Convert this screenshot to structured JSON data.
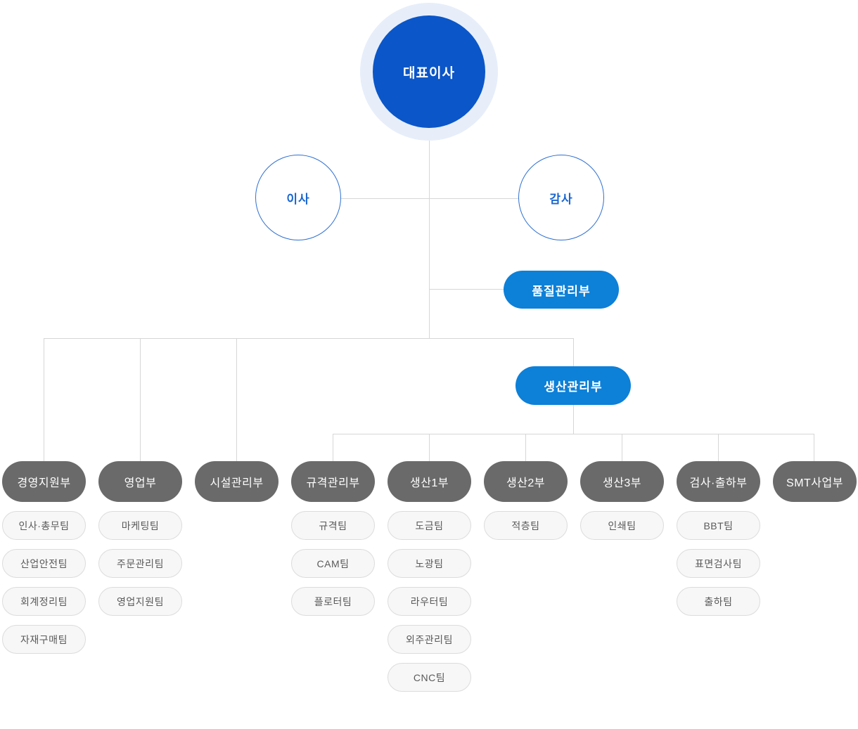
{
  "org": {
    "root": {
      "label": "대표이사"
    },
    "advisors": [
      {
        "label": "이사"
      },
      {
        "label": "감사"
      }
    ],
    "staff": [
      {
        "label": "품질관리부"
      },
      {
        "label": "생산관리부"
      }
    ],
    "columns": [
      {
        "label": "경영지원부",
        "teams": [
          "인사·총무팀",
          "산업안전팀",
          "회계정리팀",
          "자재구매팀"
        ]
      },
      {
        "label": "영업부",
        "teams": [
          "마케팅팀",
          "주문관리팀",
          "영업지원팀"
        ]
      },
      {
        "label": "시설관리부",
        "teams": []
      },
      {
        "label": "규격관리부",
        "teams": [
          "규격팀",
          "CAM팀",
          "플로터팀"
        ]
      },
      {
        "label": "생산1부",
        "teams": [
          "도금팀",
          "노광팀",
          "라우터팀",
          "외주관리팀",
          "CNC팀"
        ]
      },
      {
        "label": "생산2부",
        "teams": [
          "적층팀"
        ]
      },
      {
        "label": "생산3부",
        "teams": [
          "인쇄팀"
        ]
      },
      {
        "label": "검사·출하부",
        "teams": [
          "BBT팀",
          "표면검사팀",
          "출하팀"
        ]
      },
      {
        "label": "SMT사업부",
        "teams": []
      }
    ],
    "colors": {
      "root_fill": "#0b56c8",
      "root_halo": "#e7eefa",
      "advisor_border": "#2f70d2",
      "advisor_text": "#1a66d0",
      "staff_fill": "#0d80d8",
      "dept_fill": "#6a6a6a",
      "team_fill": "#f7f7f7",
      "team_border": "#dcdcdc",
      "team_text": "#5a5a5a",
      "line": "#d6d6d6"
    }
  }
}
